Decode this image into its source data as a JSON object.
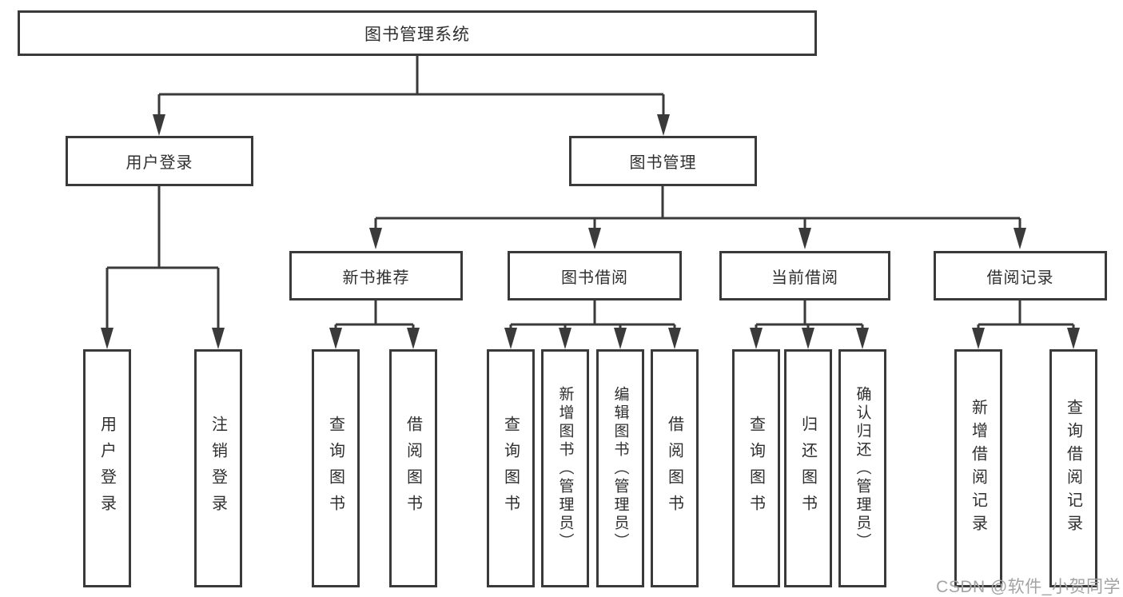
{
  "diagram": {
    "title": "图书管理系统",
    "root": {
      "label": "图书管理系统"
    },
    "level2": [
      {
        "label": "用户登录"
      },
      {
        "label": "图书管理"
      }
    ],
    "level3": [
      {
        "label": "新书推荐"
      },
      {
        "label": "图书借阅"
      },
      {
        "label": "当前借阅"
      },
      {
        "label": "借阅记录"
      }
    ],
    "leaves": [
      {
        "label": "用户登录"
      },
      {
        "label": "注销登录"
      },
      {
        "label": "查询图书"
      },
      {
        "label": "借阅图书"
      },
      {
        "label": "查询图书"
      },
      {
        "label": "新增图书（管理员）"
      },
      {
        "label": "编辑图书（管理员）"
      },
      {
        "label": "借阅图书"
      },
      {
        "label": "查询图书"
      },
      {
        "label": "归还图书"
      },
      {
        "label": "确认归还（管理员）"
      },
      {
        "label": "新增借阅记录"
      },
      {
        "label": "查询借阅记录"
      }
    ],
    "colors": {
      "line": "#3a3a3a",
      "box_border": "#3a3a3a",
      "box_fill": "#ffffff",
      "text": "#2f2f2f",
      "watermark": "#a3a3a3",
      "background": "#ffffff"
    }
  },
  "watermark": {
    "text": "CSDN @软件_小贺同学"
  }
}
